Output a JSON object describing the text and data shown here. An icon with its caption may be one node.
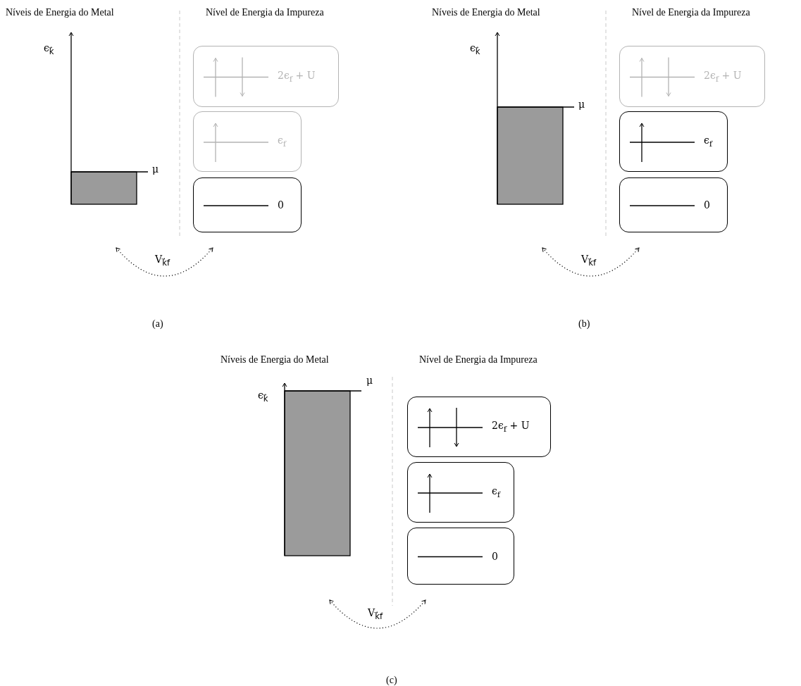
{
  "diagram": {
    "nodes": [
      {
        "text": [
          "2ϵ$_{f}$ + U"
        ]
      },
      {
        "text": [
          "ϵ$_{f}$"
        ]
      },
      {
        "text": [
          "0"
        ]
      },
      {
        "text": [
          "2ϵ$_{f}$ + U"
        ]
      },
      {
        "text": [
          "ϵ$_{f}$"
        ]
      },
      {
        "text": [
          "0"
        ]
      },
      {
        "text": [
          "2ϵ$_{f}$ + U"
        ]
      },
      {
        "text": [
          "ϵ$_{f}$"
        ]
      },
      {
        "text": [
          "0"
        ]
      }
    ],
    "labels": [
      "Níveis de Energia do Metal",
      "Nível de Energia da Impureza",
      "ϵ$_{k⃗}$",
      "μ",
      "V$_{k⃗f}$",
      "(a)",
      "Níveis de Energia do Metal",
      "Nível de Energia da Impureza",
      "ϵ$_{k⃗}$",
      "μ",
      "V$_{k⃗f}$",
      "(b)",
      "Níveis de Energia do Metal",
      "Nível de Energia da Impureza",
      "ϵ$_{k⃗}$",
      "μ",
      "V$_{k⃗f}$",
      "(c)"
    ]
  }
}
